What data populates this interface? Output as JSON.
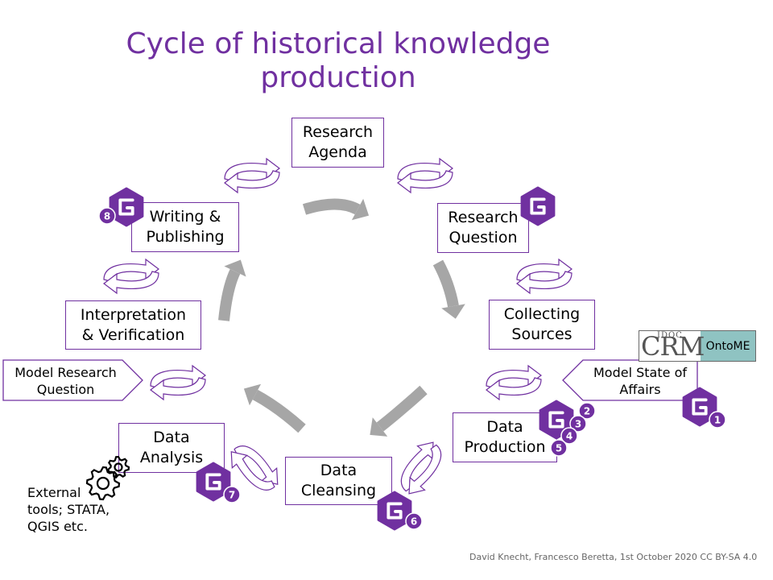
{
  "title": "Cycle of historical knowledge\nproduction",
  "boxes": {
    "research_agenda": "Research\nAgenda",
    "research_question": "Research\nQuestion",
    "collecting_sources": "Collecting\nSources",
    "data_production": "Data\nProduction",
    "data_cleansing": "Data\nCleansing",
    "data_analysis": "Data\nAnalysis",
    "interpretation": "Interpretation\n& Verification",
    "writing": "Writing &\nPublishing"
  },
  "side_labels": {
    "model_research_question": "Model Research\nQuestion",
    "model_state_of_affairs": "Model State of\nAffairs"
  },
  "badges": {
    "writing": "8",
    "state_of_affairs": "1",
    "production": [
      "2",
      "3",
      "4",
      "5"
    ],
    "cleansing": "6",
    "analysis": "7"
  },
  "external_tools": "External\ntools; STATA,\nQGIS etc.",
  "logo": {
    "crm_super": "IDOC",
    "crm_main": "CRM",
    "ontome": "OntoME"
  },
  "credit": "David Knecht,  Francesco Beretta, 1st October 2020 CC BY-SA 4.0",
  "colors": {
    "purple": "#7030a0",
    "arrow_gray": "#a6a6a6",
    "teal": "#8fc3c2"
  }
}
